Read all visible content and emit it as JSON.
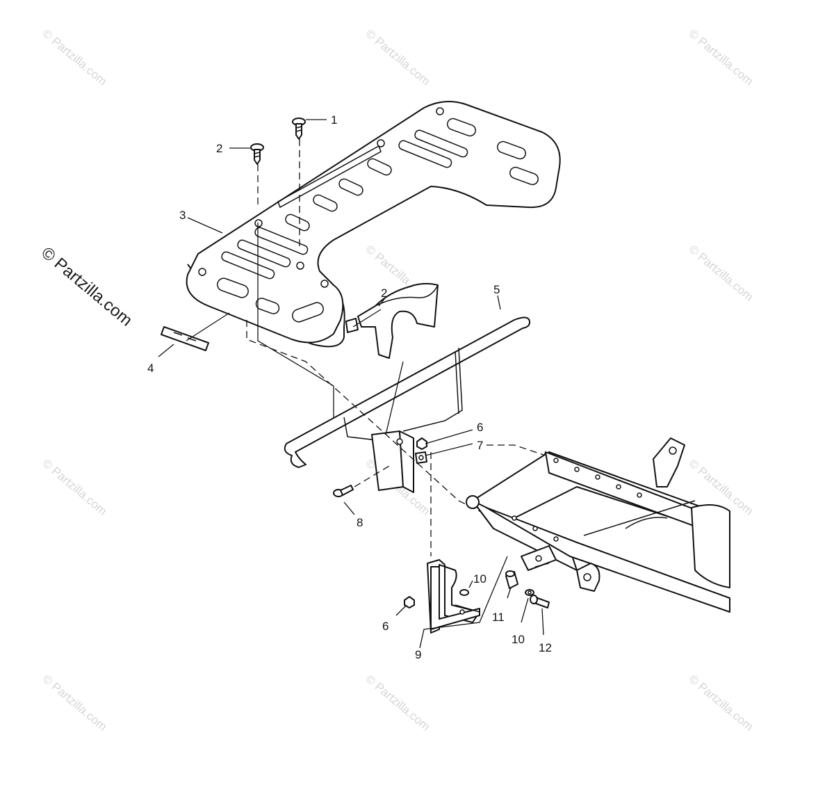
{
  "watermark": {
    "main": "© Partzilla.com",
    "faint": "© Partzilla.com"
  },
  "callouts": {
    "c1": "1",
    "c2a": "2",
    "c2b": "2",
    "c3": "3",
    "c4": "4",
    "c5": "5",
    "c6a": "6",
    "c6b": "6",
    "c7": "7",
    "c8": "8",
    "c9": "9",
    "c10a": "10",
    "c10b": "10",
    "c11": "11",
    "c12": "12"
  },
  "parts": [
    {
      "name": "screw-1"
    },
    {
      "name": "screw-2"
    },
    {
      "name": "rear-rack"
    },
    {
      "name": "reflector"
    },
    {
      "name": "rack-support-bar"
    },
    {
      "name": "nut"
    },
    {
      "name": "clip-nut"
    },
    {
      "name": "screw-8"
    },
    {
      "name": "mount-bracket"
    },
    {
      "name": "washer"
    },
    {
      "name": "spacer"
    },
    {
      "name": "bolt-12"
    }
  ]
}
